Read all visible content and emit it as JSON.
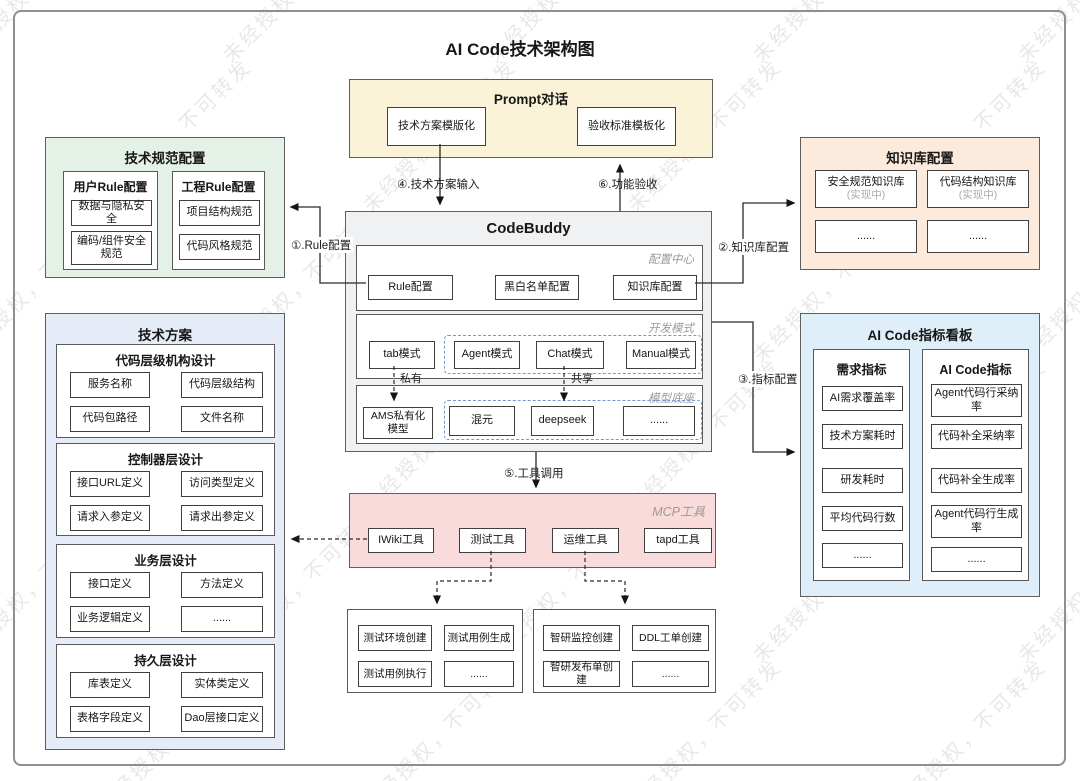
{
  "title": "AI Code技术架构图",
  "watermark": {
    "text": "未经授权，不可转发"
  },
  "prompt_box": {
    "title": "Prompt对话",
    "items": [
      "技术方案模版化",
      "验收标准模板化"
    ]
  },
  "tech_spec": {
    "title": "技术规范配置",
    "groups": [
      {
        "title": "用户Rule配置",
        "items": [
          "数据与隐私安全",
          "编码/组件安全规范"
        ]
      },
      {
        "title": "工程Rule配置",
        "items": [
          "项目结构规范",
          "代码风格规范"
        ]
      }
    ]
  },
  "knowledge": {
    "title": "知识库配置",
    "items": [
      {
        "name": "安全规范知识库",
        "status": "(实现中)"
      },
      {
        "name": "代码结构知识库",
        "status": "(实现中)"
      },
      {
        "name": "......"
      },
      {
        "name": "......"
      }
    ]
  },
  "codebuddy": {
    "title": "CodeBuddy",
    "sections": [
      {
        "label": "配置中心",
        "items": [
          "Rule配置",
          "黑白名单配置",
          "知识库配置"
        ]
      },
      {
        "label": "开发模式",
        "solo": "tab模式",
        "grouped": [
          "Agent模式",
          "Chat模式",
          "Manual模式"
        ]
      },
      {
        "label": "模型底座",
        "solo": "AMS私有化模型",
        "grouped": [
          "混元",
          "deepseek",
          "......"
        ]
      }
    ]
  },
  "edges": {
    "e1": "①.Rule配置",
    "e2": "②.知识库配置",
    "e3": "③.指标配置",
    "e4": "④.技术方案输入",
    "e5": "⑤.工具调用",
    "e6": "⑥.功能验收",
    "private": "私有",
    "shared": "共享"
  },
  "tech_plan": {
    "title": "技术方案",
    "sections": [
      {
        "title": "代码层级机构设计",
        "items": [
          "服务名称",
          "代码层级结构",
          "代码包路径",
          "文件名称"
        ]
      },
      {
        "title": "控制器层设计",
        "items": [
          "接口URL定义",
          "访问类型定义",
          "请求入参定义",
          "请求出参定义"
        ]
      },
      {
        "title": "业务层设计",
        "items": [
          "接口定义",
          "方法定义",
          "业务逻辑定义",
          "......"
        ]
      },
      {
        "title": "持久层设计",
        "items": [
          "库表定义",
          "实体类定义",
          "表格字段定义",
          "Dao层接口定义"
        ]
      }
    ]
  },
  "metrics": {
    "title": "AI Code指标看板",
    "columns": [
      {
        "title": "需求指标",
        "items": [
          "AI需求覆盖率",
          "技术方案耗时",
          "研发耗时",
          "平均代码行数",
          "......"
        ]
      },
      {
        "title": "AI Code指标",
        "items": [
          "Agent代码行采纳率",
          "代码补全采纳率",
          "代码补全生成率",
          "Agent代码行生成率",
          "......"
        ]
      }
    ]
  },
  "mcp": {
    "label": "MCP工具",
    "tools": [
      "IWiki工具",
      "测试工具",
      "运维工具",
      "tapd工具"
    ]
  },
  "test_box": {
    "items": [
      "测试环境创建",
      "测试用例生成",
      "测试用例执行",
      "......"
    ]
  },
  "ops_box": {
    "items": [
      "智研监控创建",
      "DDL工单创建",
      "智研发布单创建",
      "......"
    ]
  },
  "colors": {
    "prompt_bg": "#faf3d8",
    "spec_bg": "#e4f1e7",
    "knowledge_bg": "#fcebdd",
    "plan_bg": "#e6ebf8",
    "metrics_bg": "#deeffa",
    "mcp_bg": "#f9dbdb",
    "codebuddy_bg": "#eff1f2",
    "dashed_group_border": "#7199d2"
  }
}
